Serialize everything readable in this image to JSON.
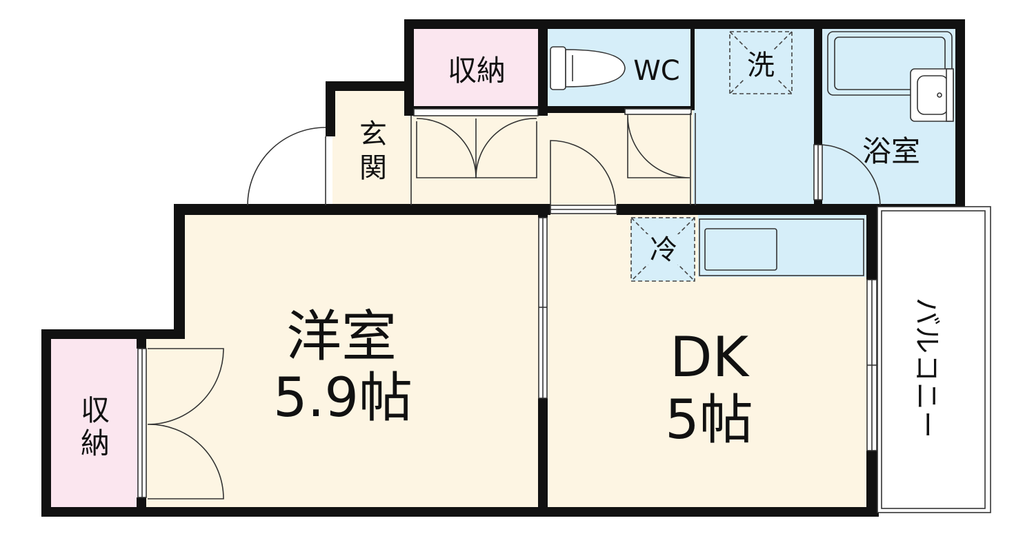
{
  "colors": {
    "wall": "#111111",
    "room_floor": "#fdf5e3",
    "wet_area": "#d6eef9",
    "storage": "#fbe6ef",
    "balcony": "#ffffff"
  },
  "rooms": {
    "western_room": {
      "name": "洋室",
      "size": "5.9帖"
    },
    "dk": {
      "name": "DK",
      "size": "5帖"
    },
    "storage_top": {
      "name": "収納"
    },
    "storage_left": {
      "line1": "収",
      "line2": "納"
    },
    "wc": {
      "name": "WC"
    },
    "washer": {
      "name": "洗"
    },
    "fridge": {
      "name": "冷"
    },
    "bath": {
      "name": "浴室"
    },
    "entrance": {
      "line1": "玄",
      "line2": "関"
    },
    "balcony": {
      "chars": [
        "バ",
        "ル",
        "コ",
        "ニ",
        "ー"
      ]
    }
  },
  "icons": [
    "toilet-icon",
    "bathtub-icon",
    "sink-icon",
    "kitchen-sink-icon",
    "washer-space-icon",
    "fridge-space-icon",
    "door-swing-icon"
  ]
}
